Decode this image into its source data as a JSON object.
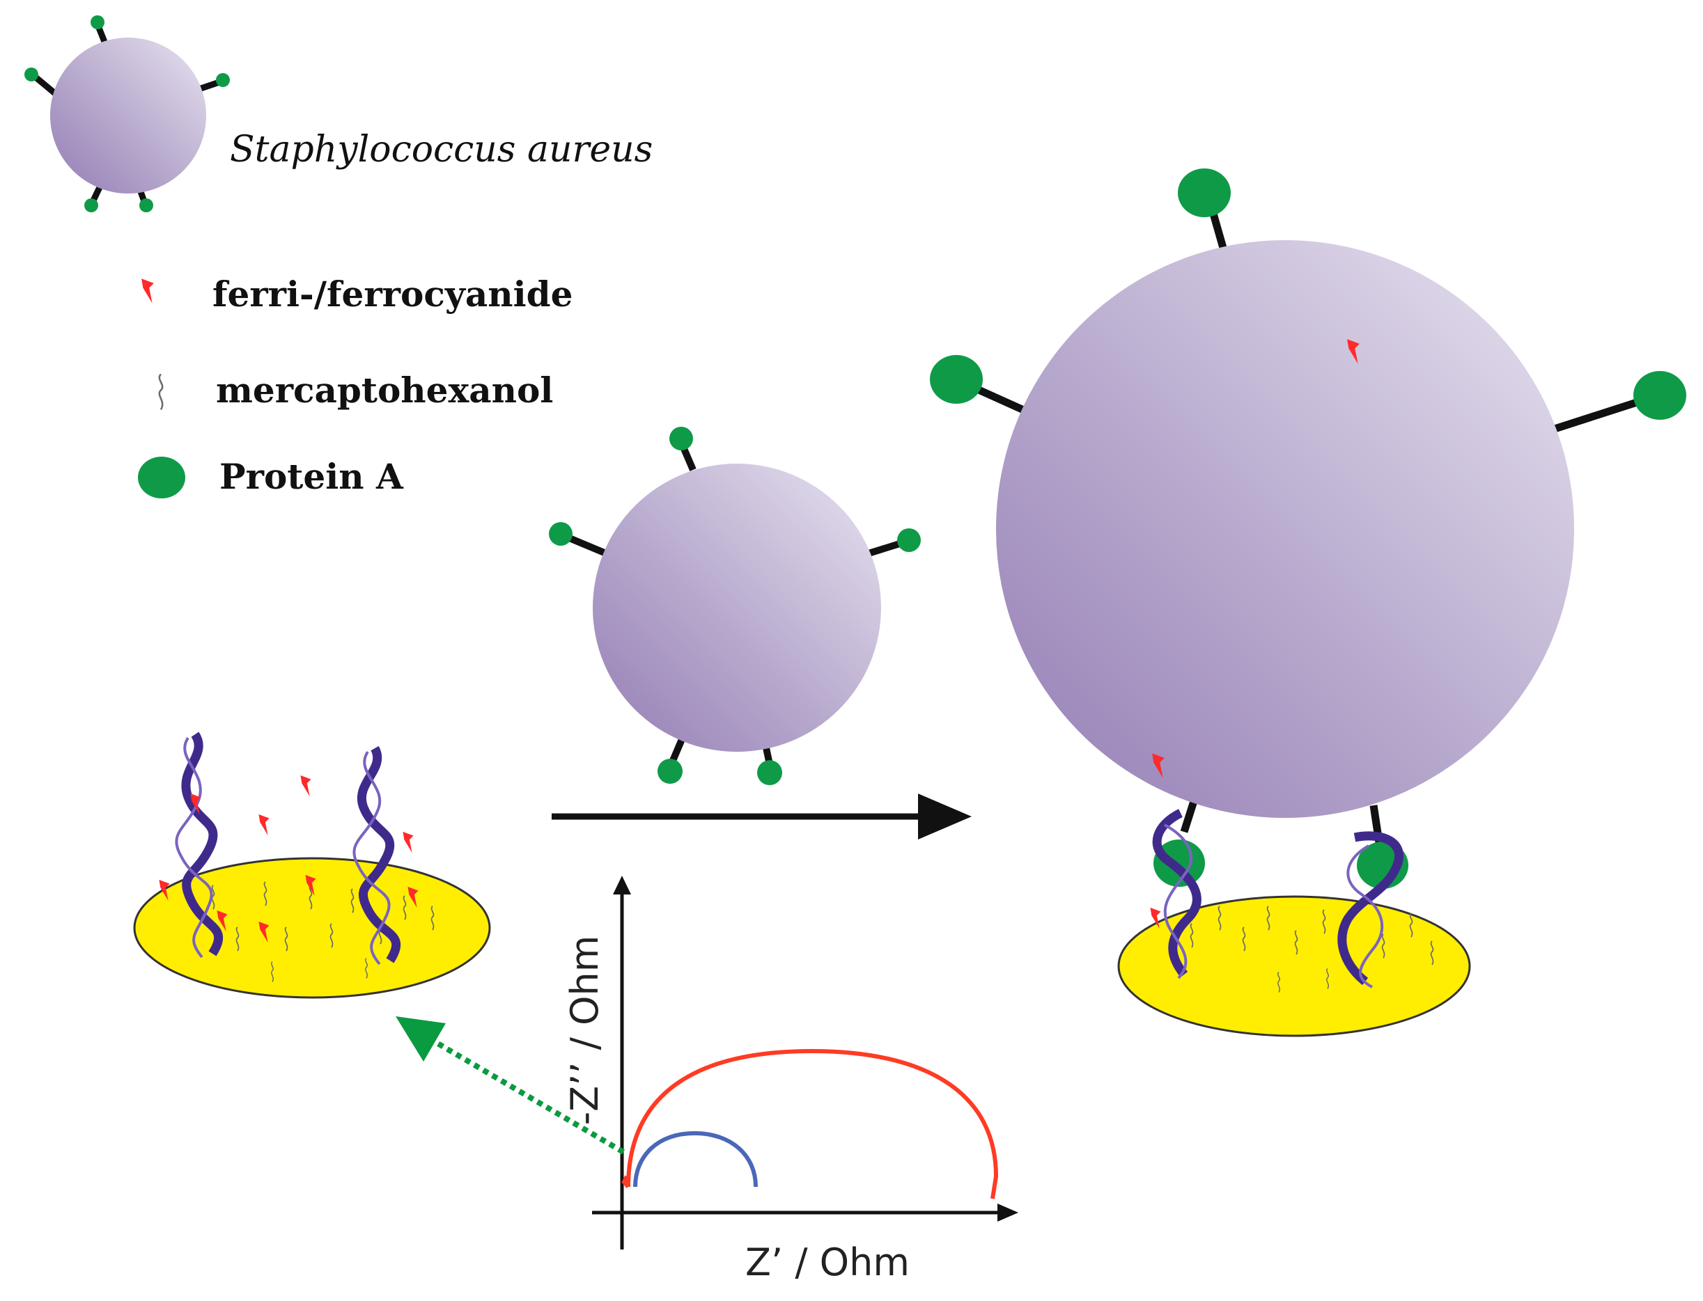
{
  "legend": {
    "bacterium_label": "Staphylococcus aureus",
    "ferri_label": "ferri-/ferrocyanide",
    "mercapto_label": "mercaptohexanol",
    "protein_label": "Protein A"
  },
  "plot": {
    "xlabel": "Z’ / Ohm",
    "ylabel": "-Z’’ / Ohm"
  },
  "colors": {
    "bacterium_light": "#e6e0ef",
    "bacterium_dark": "#9a86b8",
    "protein_green": "#0f9a48",
    "electrode_yellow": "#ffee00",
    "aptamer_purple": "#3f2a8c",
    "ferri_red": "#ff2a2a",
    "curve_red": "#ff3b24",
    "curve_blue": "#4a68b8",
    "arrow_green": "#0a9a40"
  }
}
